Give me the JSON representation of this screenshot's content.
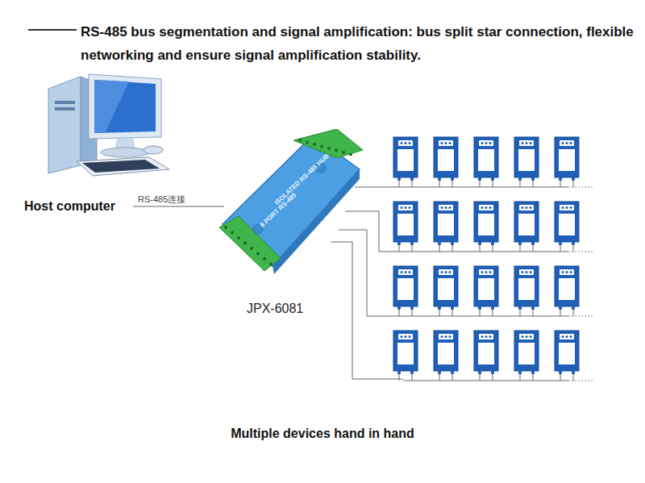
{
  "diagram": {
    "title": "RS-485 bus segmentation and signal amplification: bus split star connection, flexible networking and ensure signal amplification stability.",
    "caption": "Multiple devices hand in hand",
    "nodes": [
      {
        "text": [
          "Host computer"
        ]
      },
      {
        "text": [
          "ISOLATED RS-485 HUB",
          "8 PORT RS-485",
          "JPX-6081"
        ]
      }
    ],
    "edges": [
      {
        "from": 0,
        "to": 1,
        "arrow": "none",
        "label": "RS-485连接"
      }
    ]
  }
}
